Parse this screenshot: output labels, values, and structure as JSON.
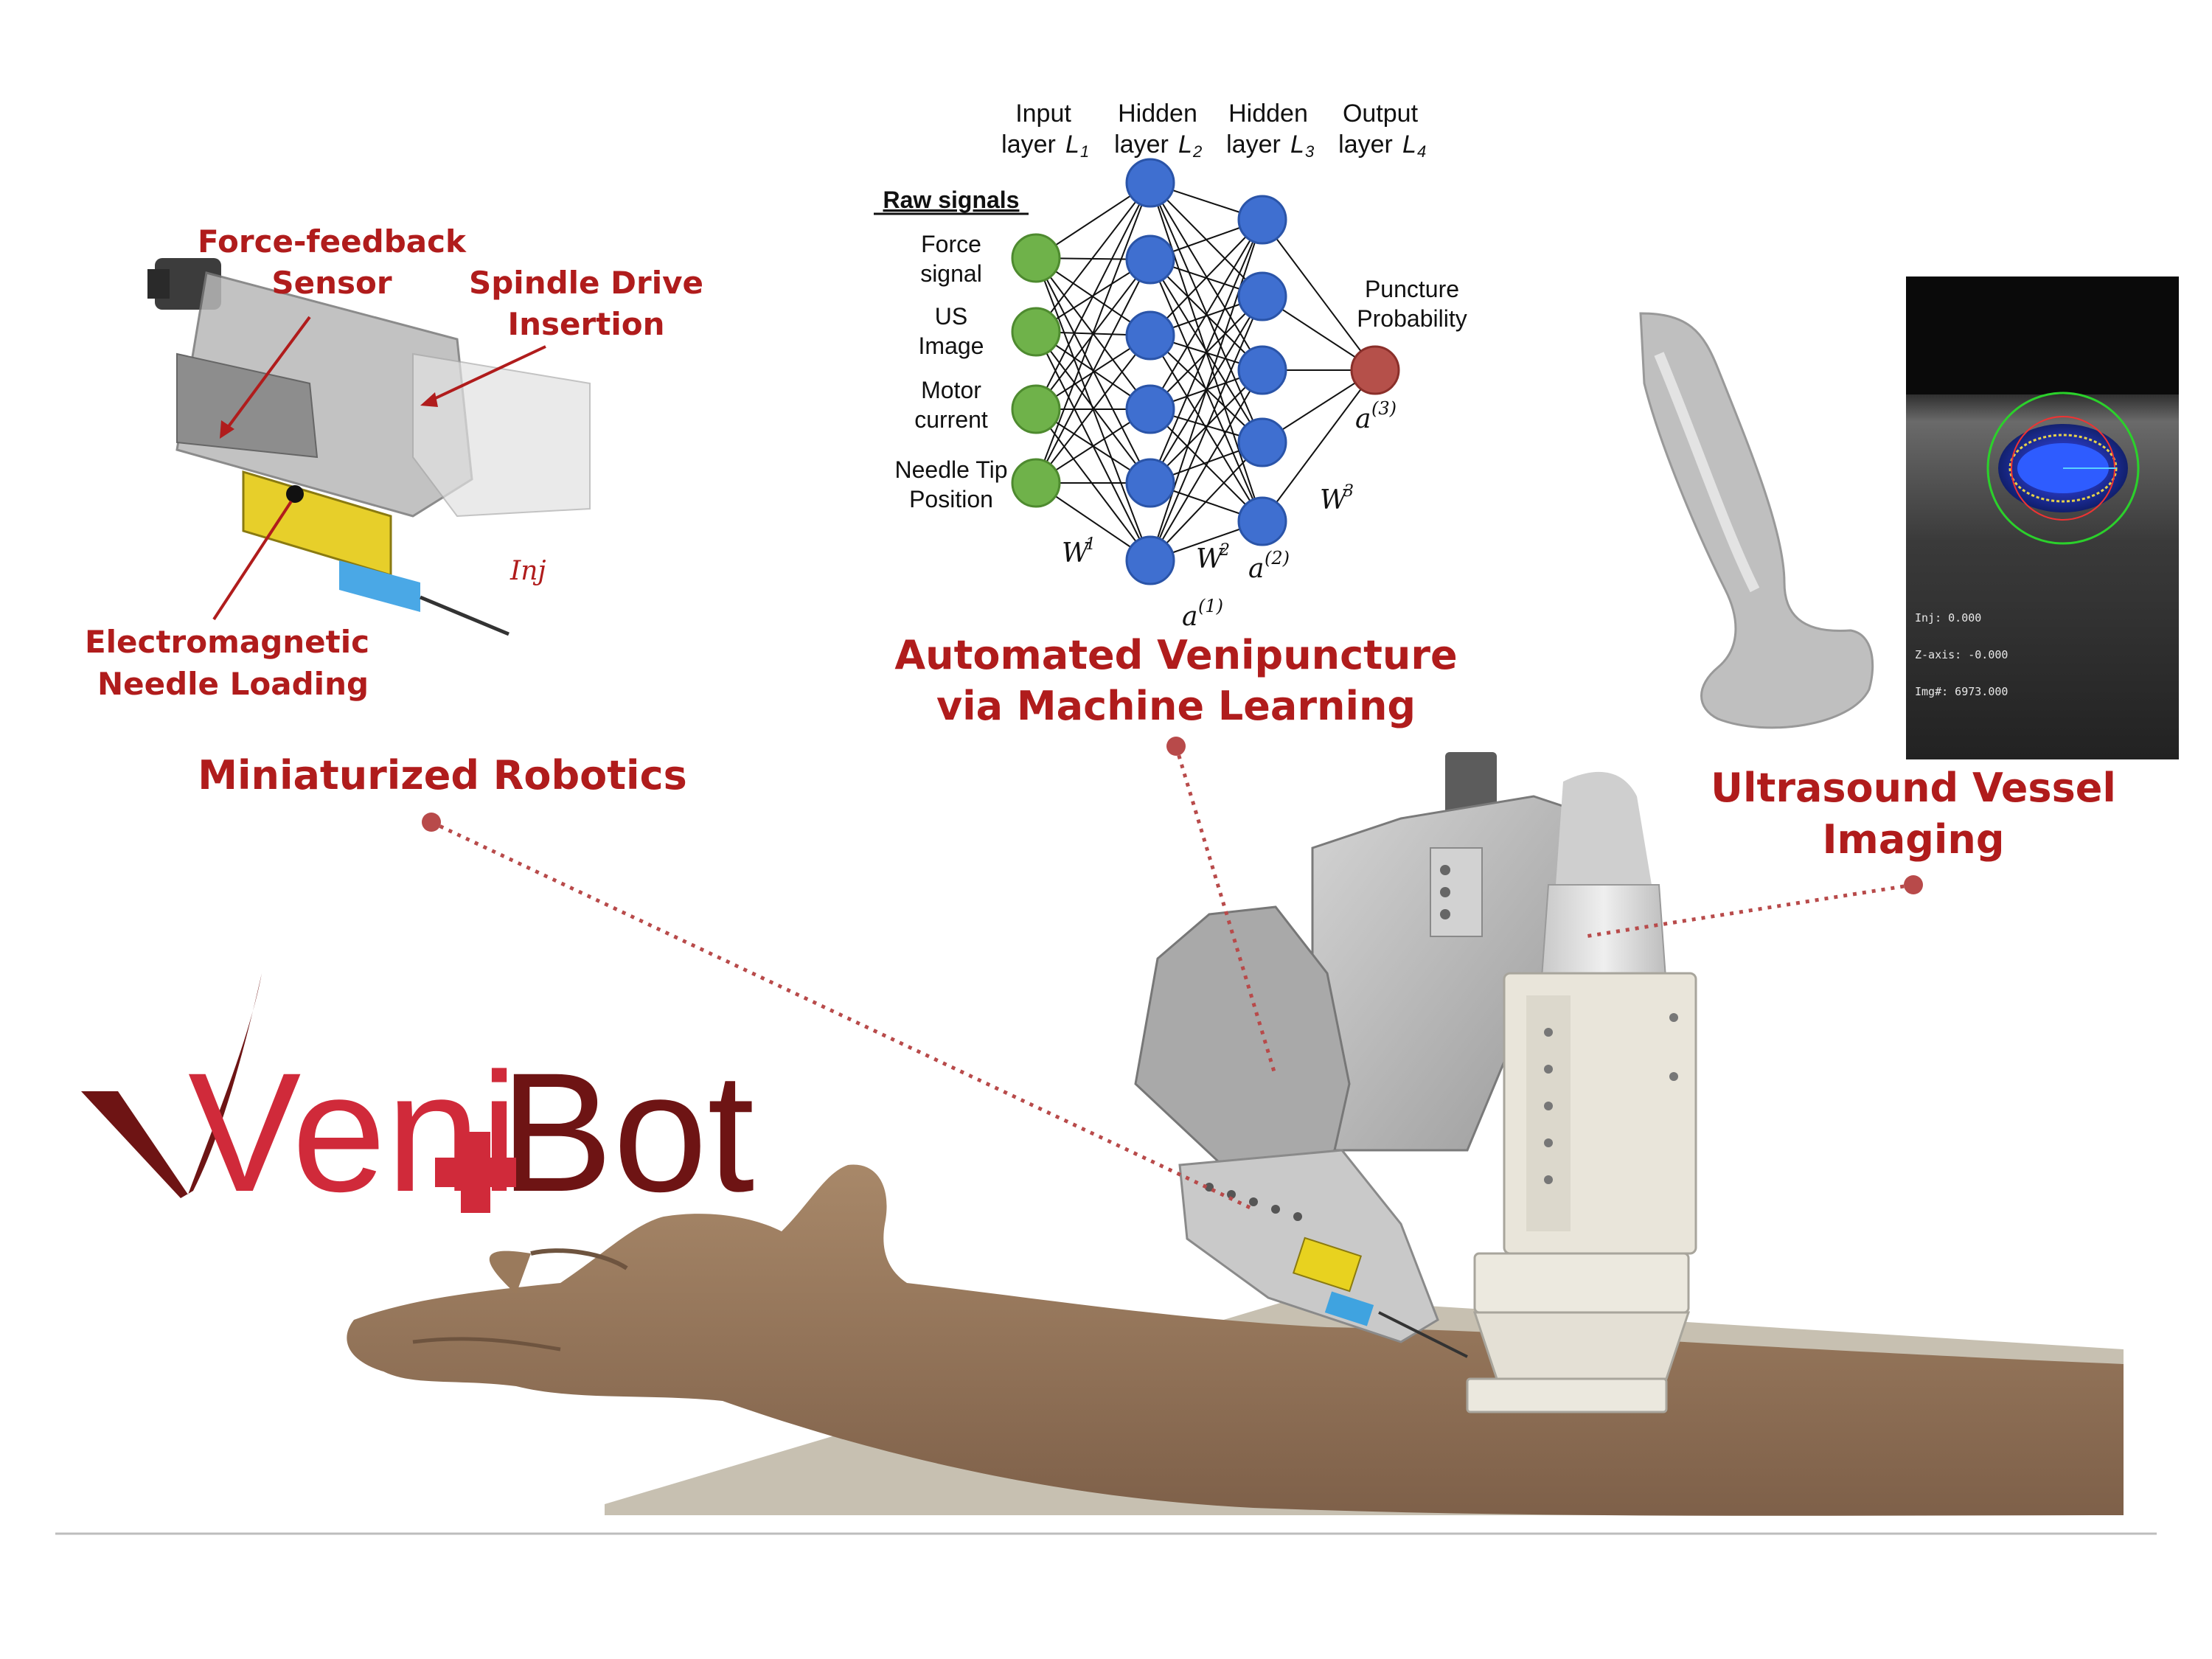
{
  "colors": {
    "label_red": "#b01c1c",
    "dot_red": "#b84a4a",
    "logo_dark": "#6e1414",
    "logo_bright": "#d02a3a",
    "node_green": "#6fb24a",
    "node_blue": "#3f6fd0",
    "node_output": "#b5504a",
    "skin": "#9b7b5e",
    "table": "#c9c2b3",
    "device": "#bdbdbd"
  },
  "robotics_inset": {
    "labels": {
      "force_sensor_line1": "Force-feedback",
      "force_sensor_line2": "Sensor",
      "spindle_line1": "Spindle Drive",
      "spindle_line2": "Insertion",
      "em_line1": "Electromagnetic",
      "em_line2": "Needle Loading",
      "inj": "Inj"
    },
    "callout": "Miniaturized Robotics"
  },
  "neural_network": {
    "layer_headers": [
      {
        "line1": "Input",
        "line2": "layer",
        "sym": "L",
        "sub": "1"
      },
      {
        "line1": "Hidden",
        "line2": "layer",
        "sym": "L",
        "sub": "2"
      },
      {
        "line1": "Hidden",
        "line2": "layer",
        "sym": "L",
        "sub": "3"
      },
      {
        "line1": "Output",
        "line2": "layer",
        "sym": "L",
        "sub": "4"
      }
    ],
    "raw_signals_title": "Raw signals",
    "inputs": [
      {
        "line1": "Force",
        "line2": "signal"
      },
      {
        "line1": "US",
        "line2": "Image"
      },
      {
        "line1": "Motor",
        "line2": "current"
      },
      {
        "line1": "Needle Tip",
        "line2": "Position"
      }
    ],
    "output_label_line1": "Puncture",
    "output_label_line2": "Probability",
    "math": {
      "w1": "W",
      "w1_sup": "1",
      "w2": "W",
      "w2_sup": "2",
      "w3": "W",
      "w3_sup": "3",
      "a1": "a",
      "a1_sup": "(1)",
      "a2": "a",
      "a2_sup": "(2)",
      "a3": "a",
      "a3_sup": "(3)"
    },
    "layer_sizes": [
      4,
      6,
      5,
      1
    ],
    "callout_line1": "Automated Venipuncture",
    "callout_line2": "via Machine Learning"
  },
  "ultrasound": {
    "overlay_lines": [
      "Inj: 0.000",
      "Z-axis: -0.000",
      "Img#: 6973.000"
    ],
    "callout_line1": "Ultrasound Vessel",
    "callout_line2": "Imaging"
  },
  "logo": {
    "part1": "Veni",
    "part2": "Bot"
  }
}
